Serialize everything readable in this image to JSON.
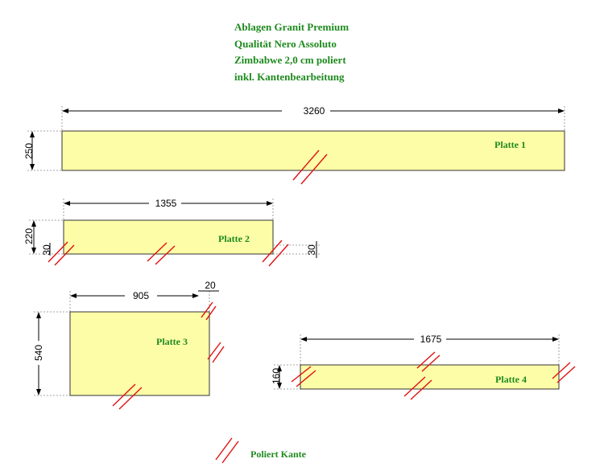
{
  "header": {
    "line1": "Ablagen Granit Premium",
    "line2": "Qualität Nero Assoluto",
    "line3": "Zimbabwe 2,0 cm poliert",
    "line4": "inkl. Kantenbearbeitung"
  },
  "plates": [
    {
      "label": "Platte 1",
      "width_dim": "3260",
      "height_dim": "250"
    },
    {
      "label": "Platte 2",
      "width_dim": "1355",
      "height_dim": "220",
      "left_small": "30",
      "right_small": "30"
    },
    {
      "label": "Platte 3",
      "width_dim": "905",
      "height_dim": "540",
      "corner_small": "20"
    },
    {
      "label": "Platte 4",
      "width_dim": "1675",
      "height_dim": "160"
    }
  ],
  "legend": {
    "label": "Poliert Kante"
  },
  "colors": {
    "plate_fill": "#fdfda8",
    "header_green": "#1f8a1f",
    "polish_mark": "#e01010"
  }
}
